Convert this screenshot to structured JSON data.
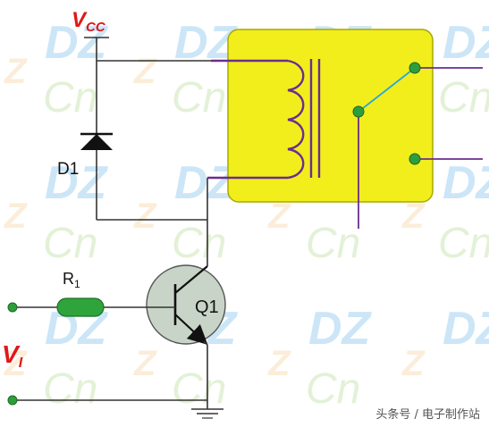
{
  "labels": {
    "vcc_main": "V",
    "vcc_sub": "CC",
    "vi_main": "V",
    "vi_sub": "I",
    "d1": "D1",
    "r1_main": "R",
    "r1_sub": "1",
    "q1": "Q1"
  },
  "watermark": {
    "dz": "DZ",
    "z": "Z",
    "cn": "Cn"
  },
  "credit": "头条号 / 电子制作站",
  "colors": {
    "wire": "#333333",
    "relay_body": "#f2ee1c",
    "relay_border": "#a8a800",
    "coil": "#6b2d8f",
    "switch_arm": "#28a8d8",
    "contact": "#2e9e3c",
    "transistor_fill": "#c8d4c8",
    "resistor": "#2fa43c",
    "label_red": "#e01818"
  }
}
